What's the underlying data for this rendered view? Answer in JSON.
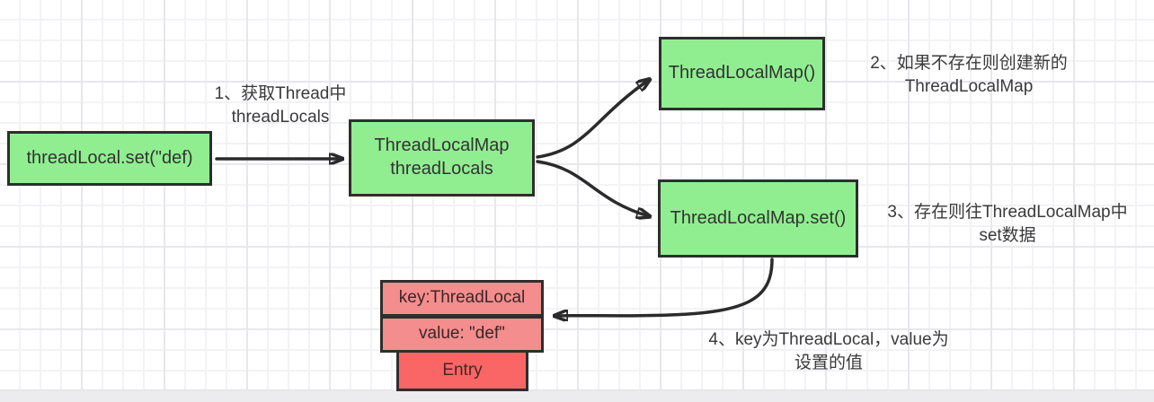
{
  "diagram": {
    "title_semantics": "ThreadLocal set() flow diagram",
    "type": "flowchart"
  },
  "nodes": {
    "call": {
      "label": "threadLocal.set(\"def)"
    },
    "field": {
      "line1": "ThreadLocalMap",
      "line2": "threadLocals"
    },
    "newmap": {
      "label": "ThreadLocalMap()"
    },
    "mapset": {
      "label": "ThreadLocalMap.set()"
    },
    "entry_key": {
      "label": "key:ThreadLocal"
    },
    "entry_val": {
      "label": "value: \"def\""
    },
    "entry": {
      "label": "Entry"
    }
  },
  "annotations": {
    "step1": {
      "line1": "1、获取Thread中",
      "line2": "threadLocals"
    },
    "step2": {
      "line1": "2、如果不存在则创建新的",
      "line2": "ThreadLocalMap"
    },
    "step3": {
      "line1": "3、存在则往ThreadLocalMap中",
      "line2": "set数据"
    },
    "step4": {
      "line1": "4、key为ThreadLocal，value为",
      "line2": "设置的值"
    }
  },
  "edges": [
    {
      "from": "call",
      "to": "field",
      "style": "straight"
    },
    {
      "from": "field",
      "to": "newmap",
      "style": "curved"
    },
    {
      "from": "field",
      "to": "mapset",
      "style": "curved"
    },
    {
      "from": "mapset",
      "to": "entry_key",
      "style": "curved"
    }
  ],
  "colors": {
    "node_green": "#90ee90",
    "node_pink": "#f48d8d",
    "node_red": "#fa6565",
    "border": "#2e2e2e",
    "arrow": "#2b2b2b",
    "grid_strong": "#e7e7ec",
    "grid_light": "#f3f3f6"
  }
}
